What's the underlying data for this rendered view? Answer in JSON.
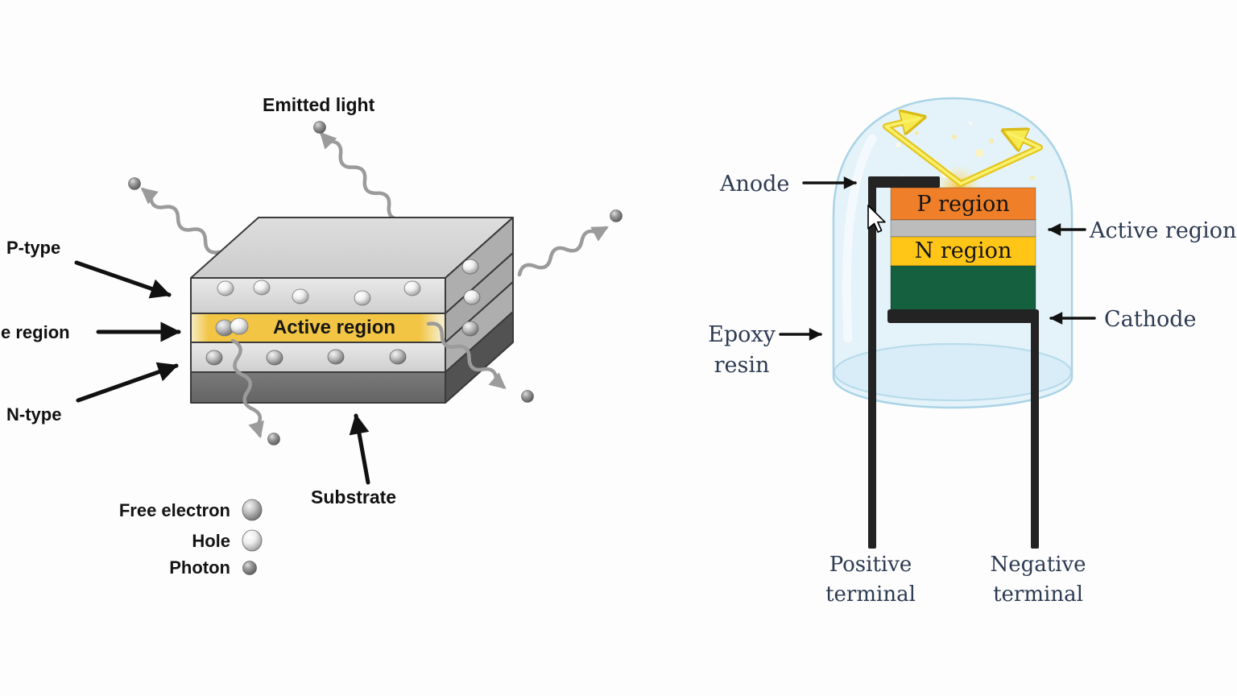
{
  "left_diagram": {
    "emitted_light_label": "Emitted light",
    "p_type_label": "P-type",
    "active_region_pointer_label": "e region",
    "n_type_label": "N-type",
    "substrate_label": "Substrate",
    "chip_active_region_label": "Active region",
    "legend": {
      "free_electron_label": "Free electron",
      "hole_label": "Hole",
      "photon_label": "Photon"
    },
    "colors": {
      "chip_active_yellow": "#f2c544",
      "substrate_gray": "#6d6d6d",
      "photon_arrow_gray": "#9b9b9b"
    }
  },
  "right_diagram": {
    "anode_label": "Anode",
    "p_region_label": "P region",
    "active_region_label": "Active region",
    "n_region_label": "N region",
    "cathode_label": "Cathode",
    "epoxy_resin_label": "Epoxy resin",
    "positive_terminal_label": "Positive terminal",
    "negative_terminal_label": "Negative terminal",
    "colors": {
      "p_region": "#ef7f28",
      "active_region_stripe": "#bcbcbc",
      "n_region": "#ffc517",
      "substrate_green": "#15603f",
      "epoxy_dome": "#e4f2f9",
      "lead_black": "#232323",
      "light_arrow_yellow": "#f2df3a",
      "label_text": "#2c3a52"
    }
  }
}
